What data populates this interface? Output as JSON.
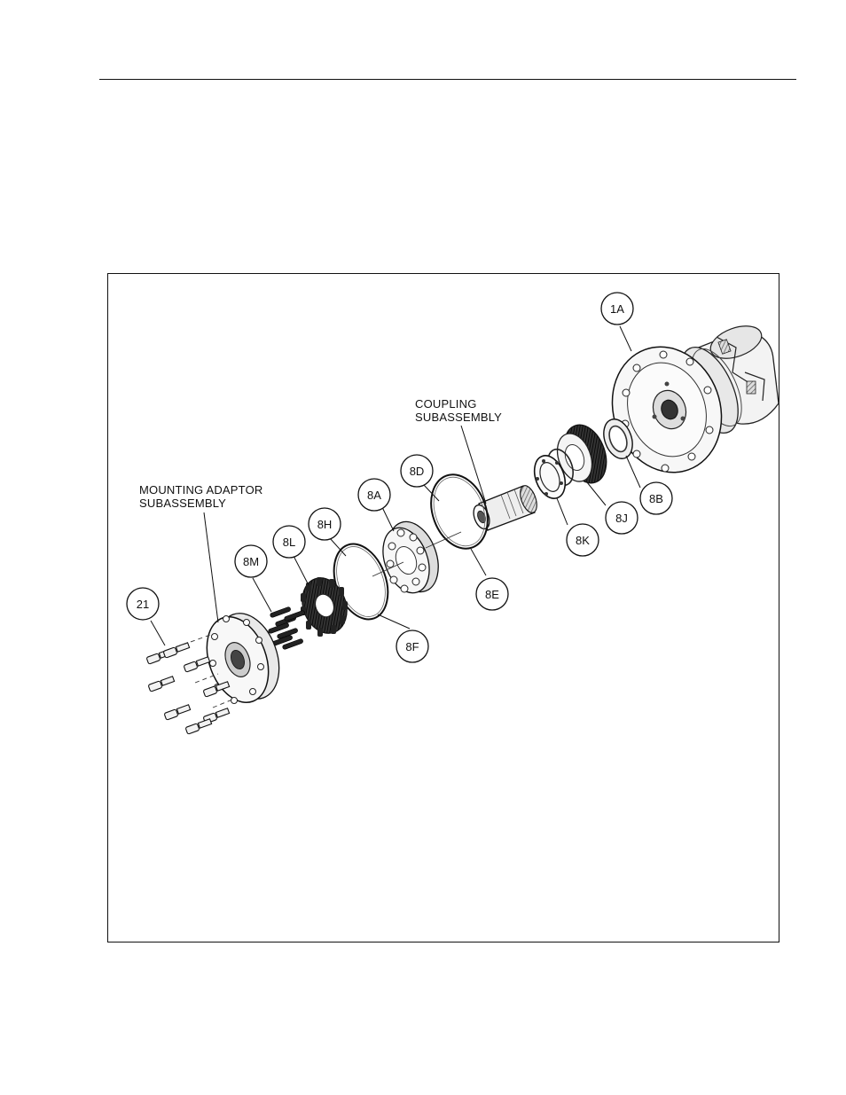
{
  "subassembly_labels": {
    "coupling": [
      "COUPLING",
      "SUBASSEMBLY"
    ],
    "mounting_adaptor": [
      "MOUNTING ADAPTOR",
      "SUBASSEMBLY"
    ]
  },
  "callouts": {
    "c1A": "1A",
    "c8B": "8B",
    "c8J": "8J",
    "c8K": "8K",
    "c8D": "8D",
    "c8E": "8E",
    "c8A": "8A",
    "c8H": "8H",
    "c8F": "8F",
    "c8L": "8L",
    "c8M": "8M",
    "c21": "21"
  }
}
